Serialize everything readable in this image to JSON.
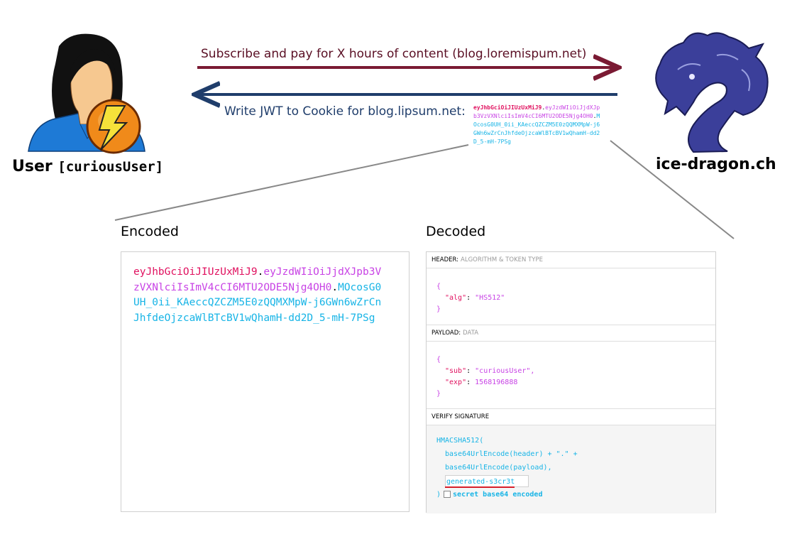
{
  "actors": {
    "user": {
      "name": "User",
      "handle": "[curiousUser]"
    },
    "server": {
      "name": "ice-dragon.ch"
    }
  },
  "messages": {
    "request": "Subscribe and pay for X hours of content (blog.loremispum.net)",
    "response": "Write JWT to Cookie for blog.lipsum.net:"
  },
  "token": {
    "header": "eyJhbGciOiJIUzUxMiJ9",
    "dot1": ".",
    "payload": "eyJzdWIiOiJjdXJpb3VzVXNlciIsImV4cCI6MTU2ODE5Njg4OH0",
    "dot2": ".",
    "signature": "MOcosG0UH_0ii_KAeccQZCZM5E0zQQMXMpW-j6GWn6wZrCnJhfdeOjzcaWlBTcBV1wQhamH-dd2D_5-mH-7PSg"
  },
  "panels": {
    "encoded_title": "Encoded",
    "decoded_title": "Decoded",
    "header_label": "HEADER:",
    "header_sub": "ALGORITHM & TOKEN TYPE",
    "payload_label": "PAYLOAD:",
    "payload_sub": "DATA",
    "verify_label": "VERIFY SIGNATURE"
  },
  "decoded": {
    "header": {
      "alg_key": "\"alg\"",
      "alg_val": "\"HS512\""
    },
    "payload": {
      "sub_key": "\"sub\"",
      "sub_val": "\"curiousUser\",",
      "exp_key": "\"exp\"",
      "exp_val": "1568196888"
    },
    "open_brace": "{",
    "close_brace": "}",
    "colon": ": "
  },
  "verify": {
    "line1": "HMACSHA512(",
    "line2": "base64UrlEncode(header) + \".\" +",
    "line3": "base64UrlEncode(payload),",
    "secret": "generated-s3cr3t",
    "close_paren": ")",
    "checkbox_label": "secret base64 encoded"
  },
  "colors": {
    "request_arrow": "#7a1a33",
    "response_arrow": "#1f3d6b",
    "token_header": "#e0115f",
    "token_payload": "#c843e5",
    "token_signature": "#17b4e6",
    "secret_underline": "#d61f2a"
  }
}
